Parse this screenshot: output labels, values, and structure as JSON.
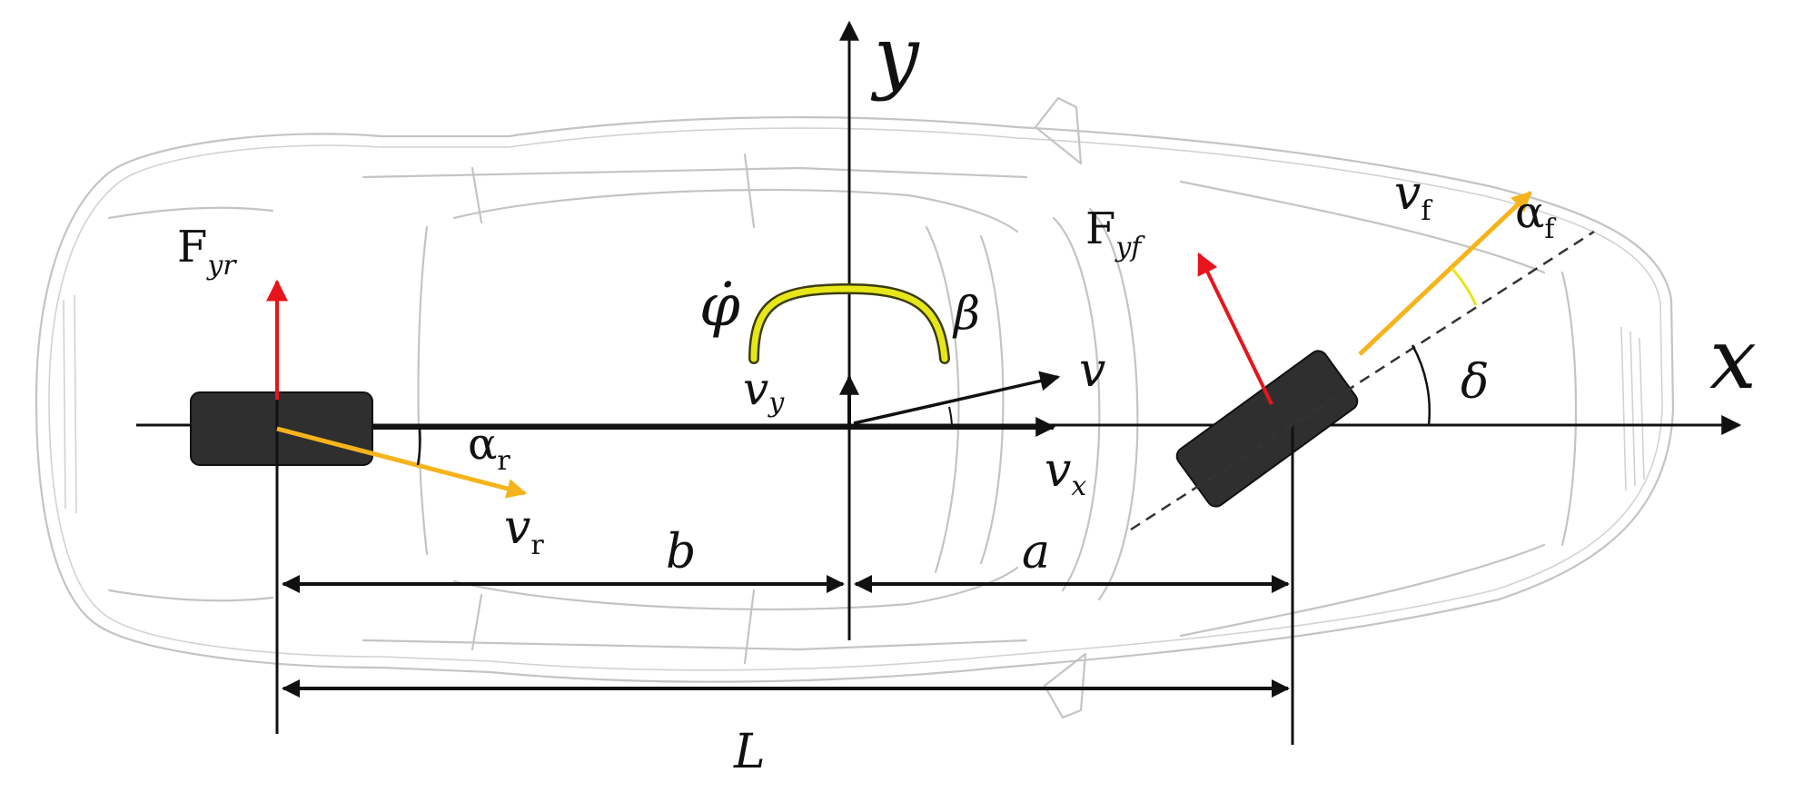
{
  "labels": {
    "axis_x": "x",
    "axis_y": "y",
    "yaw_rate": "φ̇",
    "sideslip": "β",
    "velocity": "v",
    "velocity_x": "x",
    "velocity_y": "y",
    "lateral_force_rear_main": "F",
    "lateral_force_rear_sub": "yr",
    "lateral_force_front_main": "F",
    "lateral_force_front_sub": "yf",
    "front_velocity_main": "v",
    "front_velocity_sub": "f",
    "rear_velocity_main": "v",
    "rear_velocity_sub": "r",
    "front_slip_main": "α",
    "front_slip_sub": "f",
    "rear_slip_main": "α",
    "rear_slip_sub": "r",
    "steer_angle": "δ",
    "dist_front": "a",
    "dist_rear": "b",
    "wheelbase": "L"
  },
  "colors": {
    "axes": "#111111",
    "lateral_force": "#e8141b",
    "tire_velocity": "#f6b41c",
    "yaw_arc": "#e6e619",
    "wheel": "#2f2f2f",
    "car_outline": "#c4c4c4"
  },
  "icons": {
    "rear_wheel": "rear-wheel-icon",
    "front_wheel": "front-wheel-icon",
    "car_body": "car-top-view-outline-icon"
  }
}
